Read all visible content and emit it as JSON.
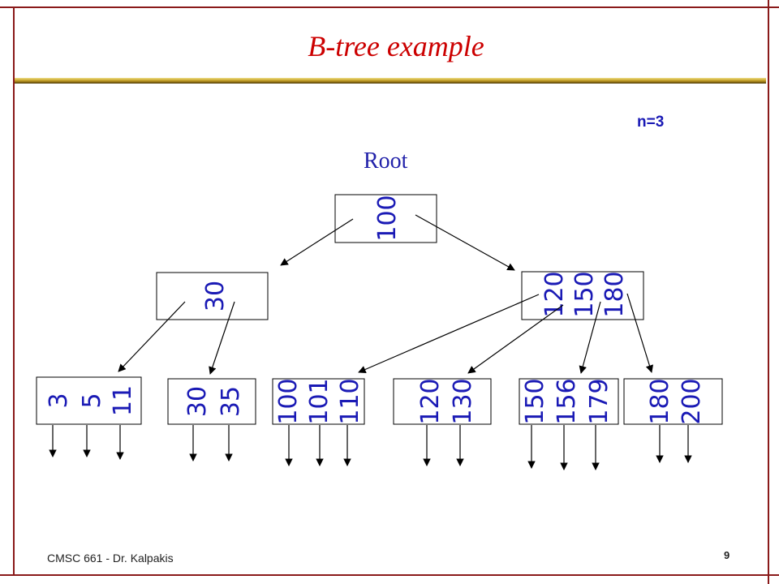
{
  "slide": {
    "title": "B-tree example",
    "order_label": "n=3",
    "root_label": "Root",
    "footer": "CMSC 661  - Dr. Kalpakis",
    "page_number": "9"
  },
  "tree": {
    "root": {
      "keys": [
        "100"
      ]
    },
    "internal": [
      {
        "keys": [
          "30"
        ]
      },
      {
        "keys": [
          "120",
          "150",
          "180"
        ]
      }
    ],
    "leaves": [
      {
        "keys": [
          "3",
          "5",
          "11"
        ]
      },
      {
        "keys": [
          "30",
          "35"
        ]
      },
      {
        "keys": [
          "100",
          "101",
          "110"
        ]
      },
      {
        "keys": [
          "120",
          "130"
        ]
      },
      {
        "keys": [
          "150",
          "156",
          "179"
        ]
      },
      {
        "keys": [
          "180",
          "200"
        ]
      }
    ]
  },
  "colors": {
    "key_text": "#1a1ab5",
    "title": "#cc0000",
    "frame": "#8a1a1a",
    "rule": "#c9a52a"
  }
}
